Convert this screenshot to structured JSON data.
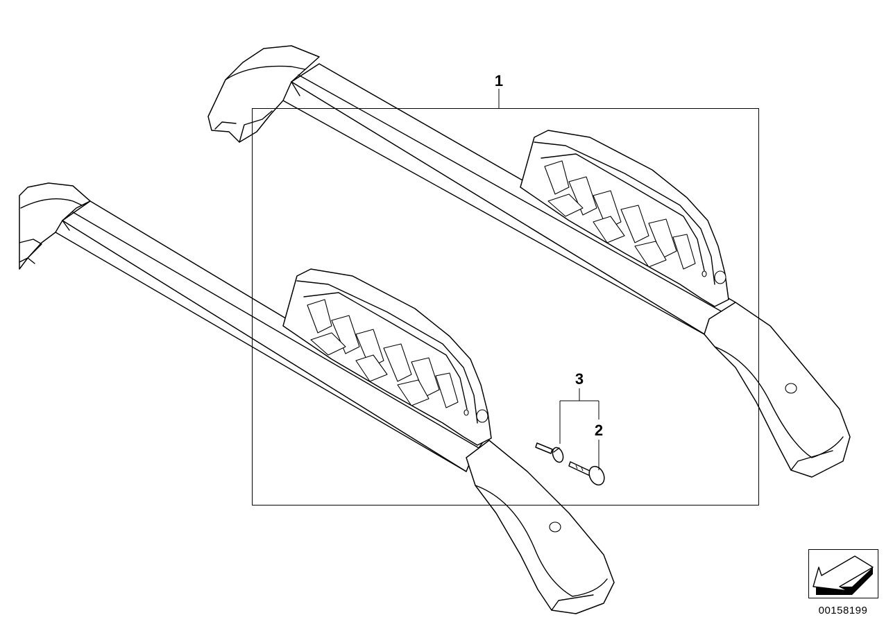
{
  "callouts": {
    "set": "1",
    "key": "2",
    "lock_set": "3"
  },
  "document_number": "00158199",
  "icon": "flat-arrow-pointer-icon"
}
